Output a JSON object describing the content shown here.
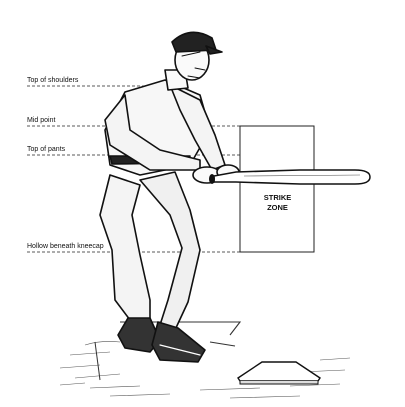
{
  "labels": {
    "shoulders": "Top of shoulders",
    "midpoint": "Mid point",
    "pants": "Top of pants",
    "knee": "Hollow beneath kneecap"
  },
  "zone": {
    "line1": "STRIKE",
    "line2": "ZONE"
  }
}
